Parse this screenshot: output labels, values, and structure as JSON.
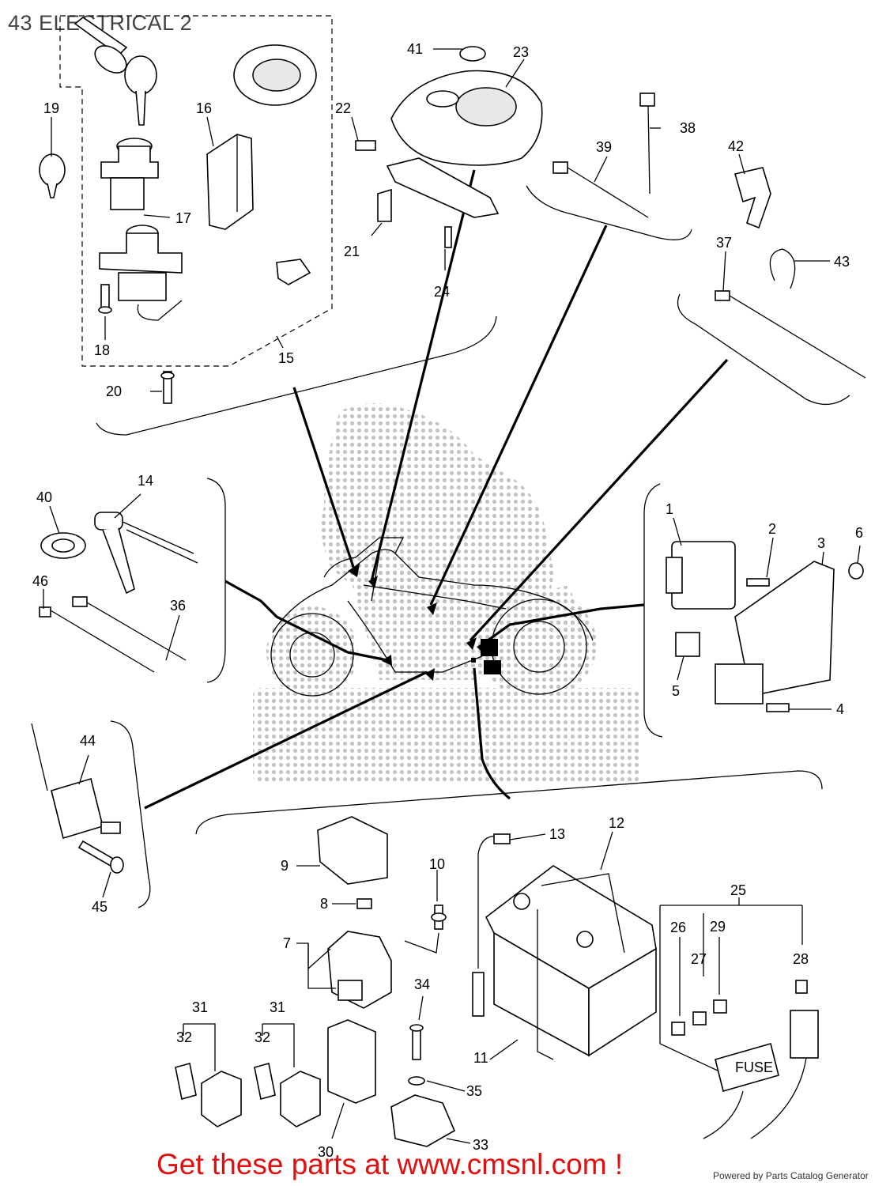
{
  "header": {
    "title": "43 ELECTRICAL 2"
  },
  "footer": {
    "promo": "Get these parts at www.cmsnl.com !",
    "powered_by": "Powered by Parts Catalog Generator"
  },
  "callouts": {
    "c1": "1",
    "c2": "2",
    "c3": "3",
    "c4": "4",
    "c5": "5",
    "c6": "6",
    "c7": "7",
    "c8": "8",
    "c9": "9",
    "c10": "10",
    "c11": "11",
    "c12": "12",
    "c13": "13",
    "c14": "14",
    "c15": "15",
    "c16": "16",
    "c17": "17",
    "c18": "18",
    "c19": "19",
    "c20": "20",
    "c21": "21",
    "c22": "22",
    "c23": "23",
    "c24": "24",
    "c25": "25",
    "c26": "26",
    "c27": "27",
    "c28": "28",
    "c29": "29",
    "c30": "30",
    "c31a": "31",
    "c31b": "31",
    "c32a": "32",
    "c32b": "32",
    "c33": "33",
    "c34": "34",
    "c35": "35",
    "c36": "36",
    "c37": "37",
    "c38": "38",
    "c39": "39",
    "c40": "40",
    "c41": "41",
    "c42": "42",
    "c43": "43",
    "c44": "44",
    "c45": "45",
    "c46": "46"
  },
  "fuse_box_label": "FUSE"
}
